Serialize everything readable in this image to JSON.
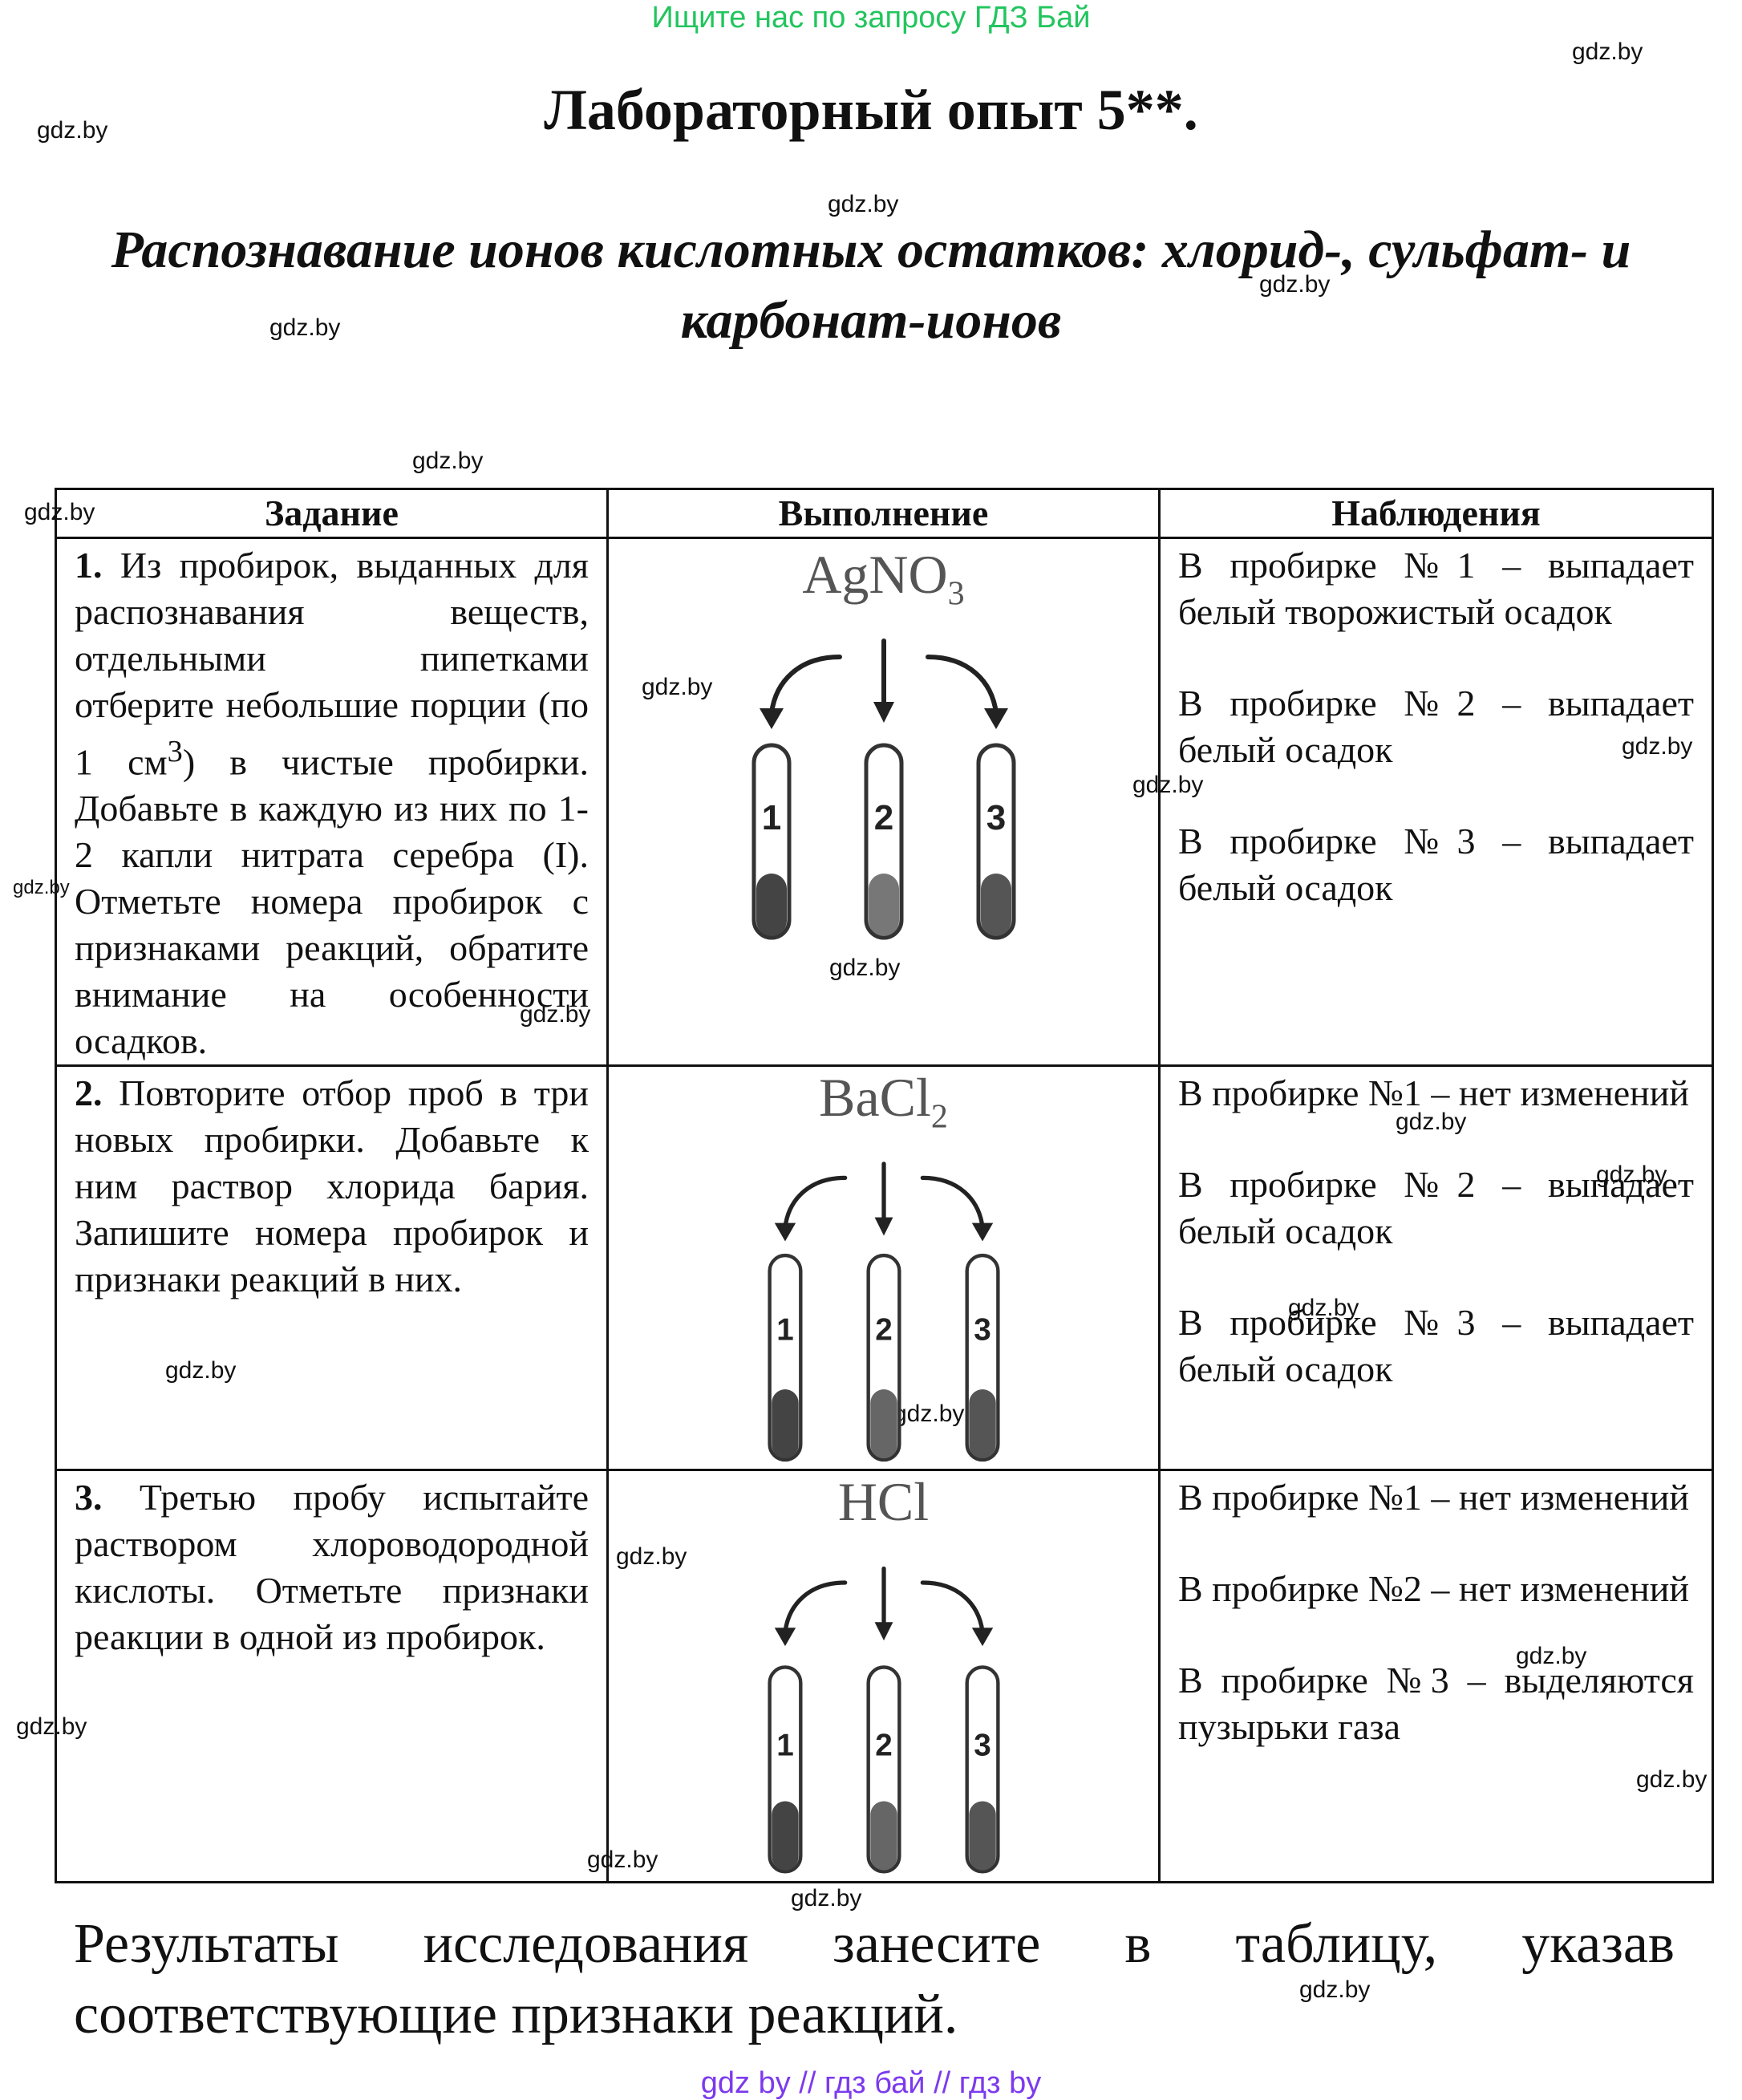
{
  "banner": "Ищите нас по запросу ГДЗ Бай",
  "title": "Лабораторный опыт 5**.",
  "subtitle": "Распознавание ионов кислотных остатков: хлорид-, сульфат- и карбонат-ионов",
  "watermark": "gdz.by",
  "table": {
    "headers": [
      "Задание",
      "Выполнение",
      "Наблюдения"
    ],
    "rows": [
      {
        "task_num": "1.",
        "task_text": "Из пробирок, выданных для распознавания веществ, отдельными пипетками отберите небольшие порции (по 1 см",
        "task_sup": "3",
        "task_text2": ") в чистые пробирки. Добавьте в каждую из них по 1-2 капли нитрата серебра (I). Отметьте номера пробирок с признаками реакций, обратите внимание на особенности осадков.",
        "reagent_main": "AgNO",
        "reagent_sub": "3",
        "tube_labels": [
          "1",
          "2",
          "3"
        ],
        "observations": [
          "В пробирке №1 – выпадает белый творожистый осадок",
          "В пробирке №2 – выпадает белый осадок",
          "В пробирке №3 – выпадает белый осадок"
        ]
      },
      {
        "task_num": "2.",
        "task_text": "Повторите отбор проб в три новых пробирки. Добавьте к ним раствор хлорида бария. Запишите номера пробирок и признаки реакций в них.",
        "reagent_main": "BaCl",
        "reagent_sub": "2",
        "tube_labels": [
          "1",
          "2",
          "3"
        ],
        "observations": [
          "В пробирке №1 – нет изменений",
          "В пробирке №2 – выпадает белый осадок",
          "В пробирке №3 – выпадает белый осадок"
        ]
      },
      {
        "task_num": "3.",
        "task_text": "Третью пробу испытайте раствором хлороводородной кислоты. Отметьте признаки реакции в одной из пробирок.",
        "reagent_main": "HCl",
        "reagent_sub": "",
        "tube_labels": [
          "1",
          "2",
          "3"
        ],
        "observations": [
          "В пробирке №1 – нет изменений",
          "В пробирке №2 – нет изменений",
          "В пробирке №3 – выделяются пузырьки газа"
        ]
      }
    ]
  },
  "footer_text": "Результаты исследования занесите в таблицу, указав соответствующие признаки реакций.",
  "bottom_links": "gdz by  //  гдз бай  //  гдз by"
}
